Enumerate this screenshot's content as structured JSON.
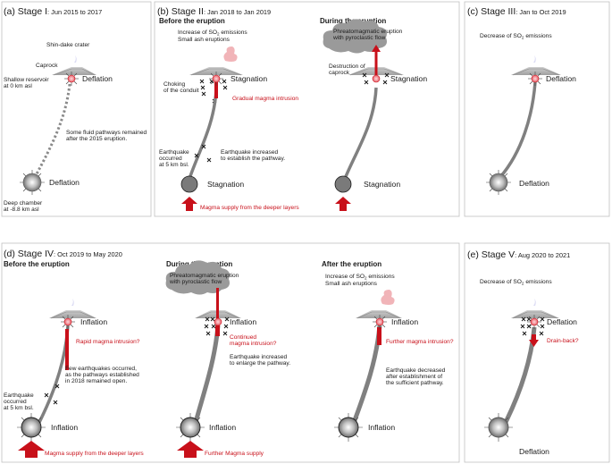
{
  "colors": {
    "magma_red": "#c8101a",
    "conduit": "#808080",
    "cloud": "#9a9a9a",
    "plume": "#f1b4b8",
    "panel_border": "#c0c0c0"
  },
  "icons": [
    "magma-chamber-icon",
    "vent-reservoir-icon",
    "crater-icon",
    "plume-icon",
    "eruption-cloud-icon",
    "earthquake-cross-icon",
    "magma-supply-arrow-icon"
  ],
  "stage1": {
    "title": "(a) Stage I",
    "period": ": Jun 2015 to 2017",
    "crater": "Shin-dake crater",
    "caprock": "Caprock",
    "reservoir_1": "Shallow reservoir",
    "reservoir_2": "at 0 km asl",
    "top_state": "Deflation",
    "fluid_1": "Some fluid pathways remained",
    "fluid_2": "after the 2015 eruption.",
    "bottom_state": "Deflation",
    "chamber_1": "Deep chamber",
    "chamber_2": "at -8.8 km asl"
  },
  "stage2": {
    "title": "(b) Stage II",
    "period": ": Jan 2018 to Jan 2019",
    "before": {
      "heading": "Before the eruption",
      "emission_1": "Increase of SO",
      "emission_1_sub": "2",
      "emission_1_tail": " emissions",
      "emission_2": "Small ash eruptions",
      "choke_1": "Choking",
      "choke_2": "of the conduit",
      "top_state": "Stagnation",
      "intrusion": "Gradual magma intrusion",
      "eq_1": "Earthquake",
      "eq_2": "occurred",
      "eq_3": "at 5 km bsl.",
      "eq_inc_1": "Earthquake increased",
      "eq_inc_2": "to establish the pathway.",
      "bottom_state": "Stagnation",
      "supply": "Magma supply from the deeper layers"
    },
    "during": {
      "heading": "During the eruption",
      "cloud_1": "Phreatomagmatic eruption",
      "cloud_2": "with pyroclastic flow",
      "destr_1": "Destruction of",
      "destr_2": "caprock",
      "top_state": "Stagnation",
      "bottom_state": "Stagnation"
    }
  },
  "stage3": {
    "title": "(c) Stage III",
    "period": ": Jan to Oct 2019",
    "emission": "Decrease of SO",
    "emission_sub": "2",
    "emission_tail": " emissions",
    "top_state": "Deflation",
    "bottom_state": "Deflation"
  },
  "stage4": {
    "title": "(d) Stage IV",
    "period": ": Oct 2019 to May 2020",
    "before": {
      "heading": "Before the eruption",
      "top_state": "Inflation",
      "intrusion": "Rapid magma intrusion?",
      "few_1": "Few earthquakes occurred,",
      "few_2": "as the pathways established",
      "few_3": "in 2018 remained open.",
      "eq_1": "Earthquake",
      "eq_2": "occurred",
      "eq_3": "at 5 km bsl.",
      "bottom_state": "Inflation",
      "supply": "Magma supply from the deeper layers"
    },
    "during": {
      "heading": "During the eruption",
      "cloud_1": "Phreatomagmatic eruption",
      "cloud_2": "with pyroclastic flow",
      "top_state": "Inflation",
      "cont_1": "Continued",
      "cont_2": "magma intrusion?",
      "eq_1": "Earthquake increased",
      "eq_2": "to enlarge the pathway.",
      "bottom_state": "Inflation",
      "supply": "Further Magma supply"
    },
    "after": {
      "heading": "After the eruption",
      "emission_1": "Increase of SO",
      "emission_1_sub": "2",
      "emission_1_tail": " emissions",
      "emission_2": "Small ash eruptions",
      "top_state": "Inflation",
      "intrusion": "Further magma intrusion?",
      "eq_1": "Earthquake decreased",
      "eq_2": "after establishment of",
      "eq_3": "the sufficient pathway.",
      "bottom_state": "Inflation"
    }
  },
  "stage5": {
    "title": "(e) Stage V",
    "period": ": Aug 2020 to 2021",
    "emission": "Decrease of SO",
    "emission_sub": "2",
    "emission_tail": " emissions",
    "top_state": "Deflation",
    "drain": "Drain-back?",
    "bottom_state": "Deflation"
  }
}
